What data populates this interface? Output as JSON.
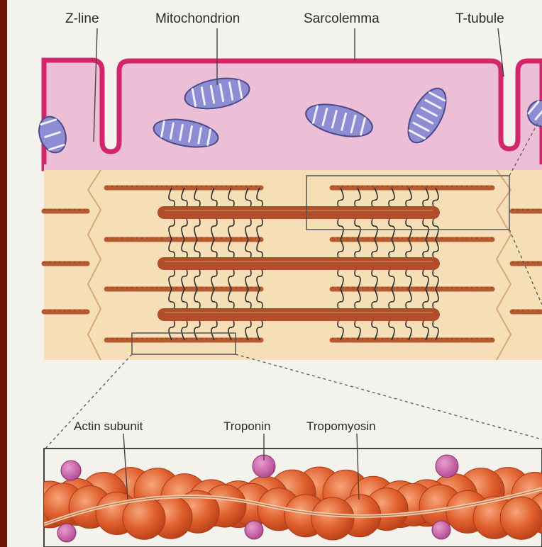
{
  "labels": {
    "z_line": "Z-line",
    "mitochondrion": "Mitochondrion",
    "sarcolemma": "Sarcolemma",
    "t_tubule": "T-tubule",
    "actin_subunit": "Actin subunit",
    "troponin": "Troponin",
    "tropomyosin": "Tropomyosin"
  },
  "colors": {
    "frame": "#6e1208",
    "background": "#f4f2ec",
    "sarcolemma_fill": "#ecbfd6",
    "sarcolemma_edge": "#d2266a",
    "myofibril_fill": "#f6dfb6",
    "thick_filament": "#b04e2a",
    "thin_filament": "#b85a30",
    "mitochondrion": "#8e8cd2",
    "actin_ball": "#e0602e",
    "troponin": "#c2569c",
    "cross_bridge": "#2c2c2c"
  }
}
